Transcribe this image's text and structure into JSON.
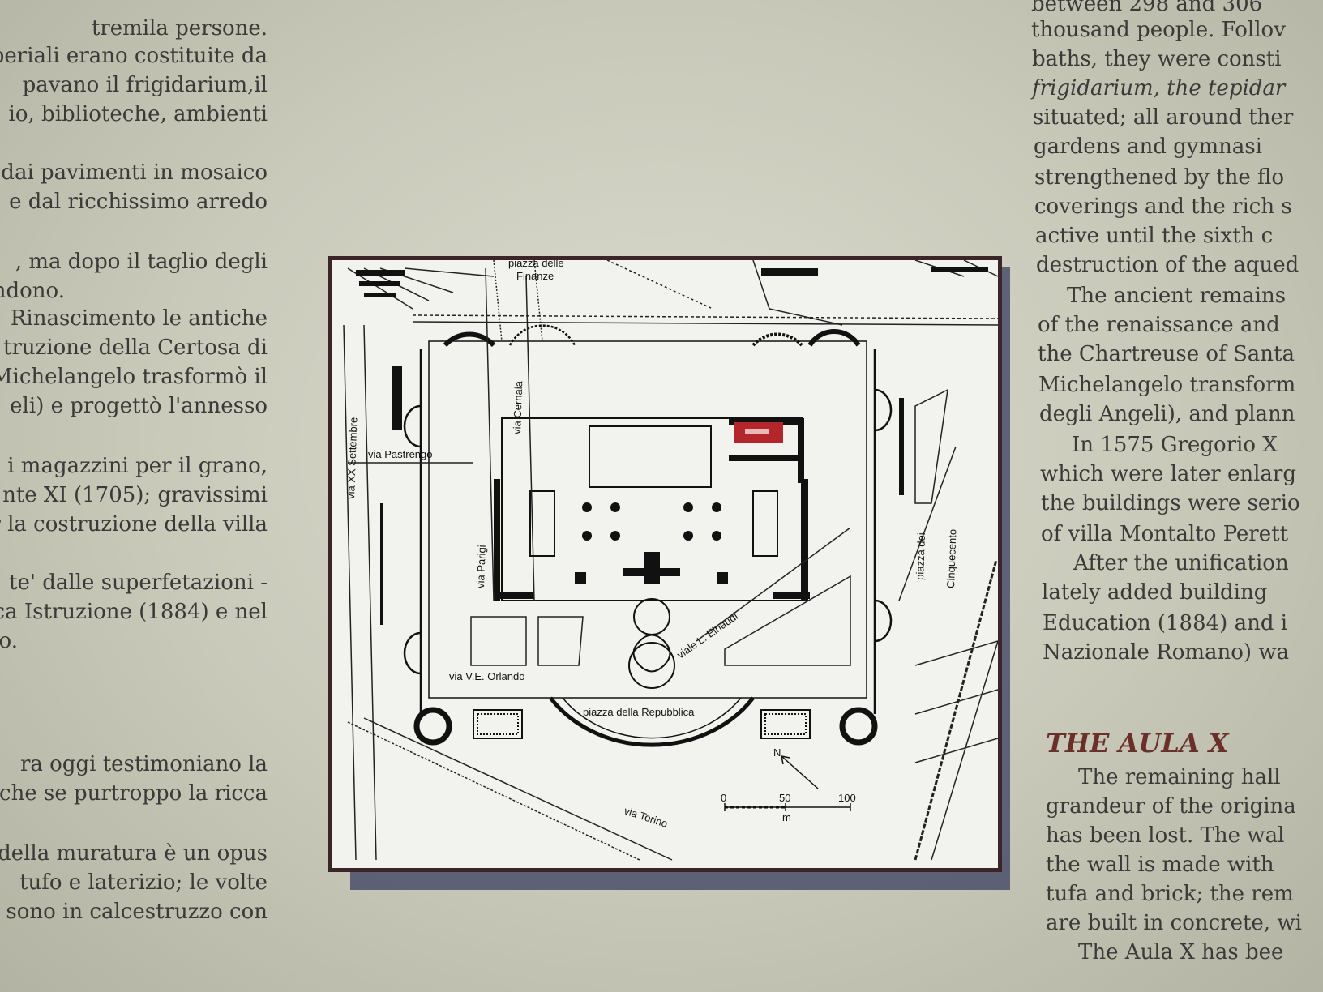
{
  "left_text": [
    "tremila persone.",
    "periali erano costituite da",
    "pavano il frigidarium,il",
    "io, biblioteche, ambienti",
    "dai pavimenti in mosaico",
    "e dal ricchissimo arredo",
    ", ma dopo il taglio degli",
    "ndono.",
    "Rinascimento le antiche",
    "truzione della Certosa di",
    "Michelangelo trasformò il",
    "eli) e progettò l'annesso",
    "i magazzini per il grano,",
    "nte XI (1705); gravissimi",
    "r la costruzione della villa",
    "te' dalle superfetazioni -",
    "lica Istruzione (1884) e nel",
    "o.",
    "ra oggi testimoniano la",
    "che se purtroppo la ricca",
    "della muratura è un opus",
    "tufo e laterizio; le volte",
    ", sono in calcestruzzo con"
  ],
  "right_text": [
    "between 298 and 306",
    "thousand people. Follov",
    "baths, they were consti",
    "frigidarium, the tepidar",
    "situated; all around ther",
    "gardens and gymnasi",
    "strengthened by the flo",
    "coverings and the rich s",
    "active until the sixth c",
    "destruction of the aqued",
    "The ancient remains",
    "of the renaissance and",
    "the Chartreuse of Santa",
    "Michelangelo transform",
    "degli Angeli), and plann",
    "In 1575 Gregorio X",
    "which were later enlarg",
    "the buildings were serio",
    "of villa Montalto Perett",
    "After the unification",
    "lately added building",
    "Education (1884) and i",
    "Nazionale Romano) wa",
    "The remaining hall",
    "grandeur of the origina",
    "has been lost. The wal",
    "the wall is made with",
    "tufa and brick; the rem",
    "are built in concrete, wi",
    "The Aula X has bee"
  ],
  "heading": "THE AULA X",
  "map": {
    "labels": {
      "piazza_finanze": "piazza delle",
      "finanze": "Finanze",
      "via_cernaia": "via Cernaia",
      "via_xx_settembre": "via XX Settembre",
      "via_pastrengo": "via Pastrengo",
      "via_parigi": "via Parigi",
      "viale_einaudi": "viale L. Einaudi",
      "via_orlando": "via V.E. Orlando",
      "piazza_repubblica": "piazza della Repubblica",
      "piazza_dei": "piazza dei",
      "cinquecento": "Cinquecento",
      "via_torino": "via Torino",
      "north": "N",
      "scale_0": "0",
      "scale_50": "50",
      "scale_100": "100",
      "scale_unit": "m"
    },
    "highlight_color": "#b3262c",
    "frame_color": "#3b2528"
  }
}
